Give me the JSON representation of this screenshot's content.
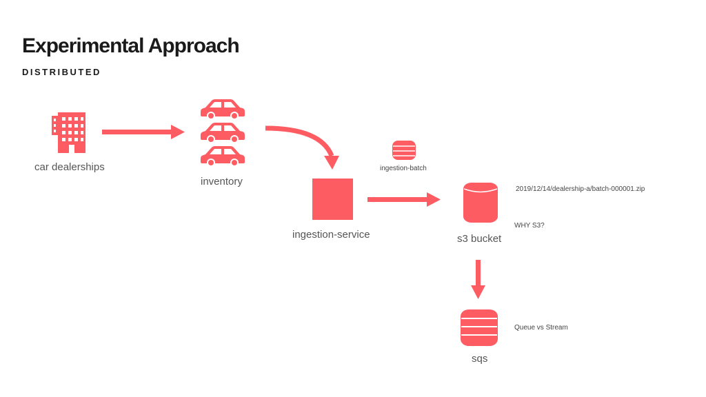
{
  "header": {
    "title": "Experimental Approach",
    "subtitle": "DISTRIBUTED"
  },
  "nodes": {
    "dealerships": "car dealerships",
    "inventory": "inventory",
    "ingestion_service": "ingestion-service",
    "ingestion_batch": "ingestion-batch",
    "s3_bucket": "s3 bucket",
    "sqs": "sqs"
  },
  "notes": {
    "s3_path": "2019/12/14/dealership-a/batch-000001.zip",
    "why_s3": "WHY S3?",
    "queue_vs_stream": "Queue vs Stream"
  },
  "colors": {
    "accent": "#fd5c63",
    "title": "#1a1a1a",
    "label": "#555555"
  },
  "icons": {
    "dealerships": "building-icon",
    "inventory": "car-icon",
    "ingestion_service": "square-icon",
    "ingestion_batch": "database-icon",
    "s3_bucket": "cylinder-icon",
    "sqs": "database-icon"
  }
}
